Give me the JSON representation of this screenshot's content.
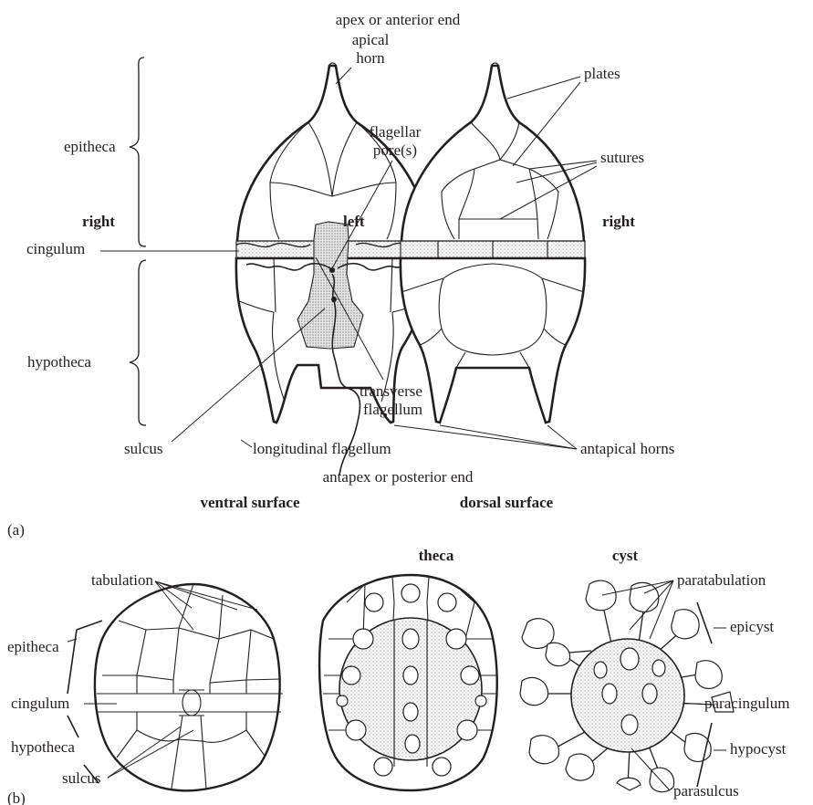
{
  "part_a": {
    "label": "(a)",
    "top_label": "apex or anterior end",
    "bottom_label": "antapex or posterior end",
    "ventral": {
      "caption": "ventral surface",
      "right": "right",
      "left": "left",
      "labels": {
        "apical_horn_1": "apical",
        "apical_horn_2": "horn",
        "flagellar_pore_1": "flagellar",
        "flagellar_pore_2": "pore(s)",
        "epitheca": "epitheca",
        "cingulum": "cingulum",
        "hypotheca": "hypotheca",
        "transverse_1": "transverse",
        "transverse_2": "flagellum",
        "sulcus": "sulcus",
        "longitudinal": "longitudinal flagellum"
      }
    },
    "dorsal": {
      "caption": "dorsal surface",
      "right": "right",
      "labels": {
        "plates": "plates",
        "sutures": "sutures",
        "antapical_horns": "antapical horns"
      }
    }
  },
  "part_b": {
    "label": "(b)",
    "theca_title": "theca",
    "cyst_title": "cyst",
    "labels": {
      "tabulation": "tabulation",
      "epitheca": "epitheca",
      "cingulum": "cingulum",
      "hypotheca": "hypotheca",
      "sulcus": "sulcus",
      "paratabulation": "paratabulation",
      "epicyst": "epicyst",
      "paracingulum": "paracingulum",
      "hypocyst": "hypocyst",
      "parasulcus": "parasulcus"
    }
  }
}
